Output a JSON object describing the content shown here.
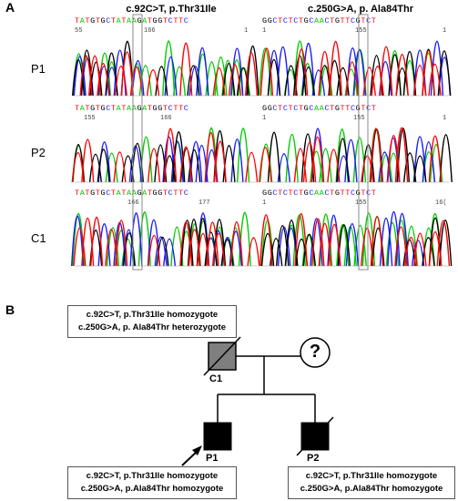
{
  "panel_a": {
    "letter": "A",
    "left_title": "c.92C>T, p.Thr31Ile",
    "right_title": "c.250G>A, p. Ala84Thr",
    "rows": [
      {
        "label": "P1",
        "left_seq": "TATGTGCTATAAGATGGTCTTC",
        "left_nums": [
          "55",
          "166",
          "1"
        ],
        "right_seq": "GGCTCTCTGCAACTGTTCGTCT",
        "right_nums": [
          "1",
          "155",
          "1"
        ]
      },
      {
        "label": "P2",
        "left_seq": "TATGTGCTATAAGATGGTCTTC",
        "left_nums": [
          "155",
          "166"
        ],
        "right_seq": "GGCTCTCTGCAACTGTTCGTCT",
        "right_nums": [
          "1",
          "155",
          "1"
        ]
      },
      {
        "label": "C1",
        "left_seq": "TATGTGCTATAAGATGGTCTTC",
        "left_nums": [
          "166",
          "177"
        ],
        "right_seq": "GGCTCTCTGCAACTGTTCGTCT",
        "right_nums": [
          "1",
          "155",
          "16("
        ]
      }
    ]
  },
  "panel_b": {
    "letter": "B",
    "c1_box": [
      "c.92C>T, p.Thr31Ile homozygote",
      "c.250G>A, p. Ala84Thr heterozygote"
    ],
    "p1_box": [
      "c.92C>T, p.Thr31Ile homozygote",
      "c.250G>A, p.Ala84Thr homozygote"
    ],
    "p2_box": [
      "c.92C>T, p.Thr31Ile homozygote",
      "c.250G>A, p.Ala84Thr homozygote"
    ],
    "c1_label": "C1",
    "p1_label": "P1",
    "p2_label": "P2",
    "mother_symbol": "?"
  },
  "colors": {
    "A": "#00cc00",
    "C": "#1a1aff",
    "G": "#000000",
    "T": "#ff0000"
  }
}
